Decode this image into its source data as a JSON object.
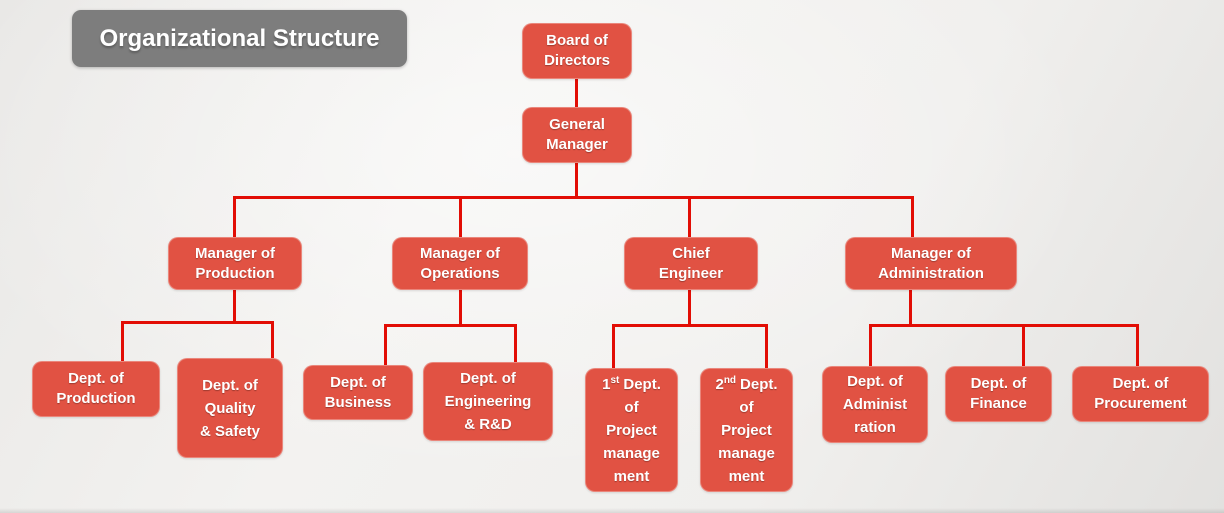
{
  "slide": {
    "title": "Organizational Structure"
  },
  "colors": {
    "node_fill": "#E15243",
    "connector_red": "#E20D05",
    "title_bar_gray": "#7D7D7D",
    "text_white": "#FFFFFF",
    "background_gray": "#EFEEEC"
  },
  "org": {
    "board_of_directors": {
      "lines": [
        "Board of",
        "Directors"
      ]
    },
    "general_manager": {
      "lines": [
        "General",
        "Manager"
      ]
    },
    "manager_of_production": {
      "lines": [
        "Manager of",
        "Production"
      ]
    },
    "manager_of_operations": {
      "lines": [
        "Manager of",
        "Operations"
      ]
    },
    "chief_engineer": {
      "lines": [
        "Chief",
        "Engineer"
      ]
    },
    "manager_of_administration": {
      "lines": [
        "Manager of",
        "Administration"
      ]
    },
    "dept_production": {
      "lines": [
        "Dept. of",
        "Production"
      ]
    },
    "dept_quality_safety": {
      "lines": [
        "Dept. of",
        "Quality",
        "& Safety"
      ]
    },
    "dept_business": {
      "lines": [
        "Dept. of",
        "Business"
      ]
    },
    "dept_engineering_rd": {
      "lines": [
        "Dept. of",
        "Engineering",
        "& R&D"
      ]
    },
    "dept_project_1": {
      "ordinal": "1",
      "ordinal_suffix": "st",
      "ordinal_rest": "Dept.",
      "lines": [
        "of",
        "Project",
        "manage",
        "ment"
      ]
    },
    "dept_project_2": {
      "ordinal": "2",
      "ordinal_suffix": "nd",
      "ordinal_rest": "Dept.",
      "lines": [
        "of",
        "Project",
        "manage",
        "ment"
      ]
    },
    "dept_administration": {
      "lines": [
        "Dept. of",
        "Administ",
        "ration"
      ]
    },
    "dept_finance": {
      "lines": [
        "Dept. of",
        "Finance"
      ]
    },
    "dept_procurement": {
      "lines": [
        "Dept. of",
        "Procurement"
      ]
    }
  }
}
